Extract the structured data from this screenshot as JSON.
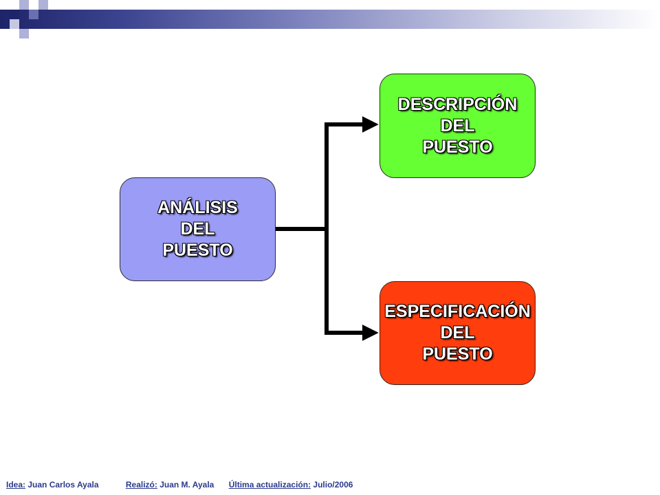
{
  "colors": {
    "analysis_box": "#9b9cf5",
    "description_box": "#66ff33",
    "specification_box": "#ff3d0d",
    "connector": "#000000",
    "footer_text": "#2b3a8c"
  },
  "diagram": {
    "analysis": {
      "lines": [
        "ANÁLISIS",
        "DEL",
        "PUESTO"
      ]
    },
    "description": {
      "lines": [
        "DESCRIPCIÓN",
        "DEL",
        "PUESTO"
      ]
    },
    "specification": {
      "lines": [
        "ESPECIFICACIÓN",
        "DEL",
        "PUESTO"
      ]
    }
  },
  "footer": {
    "idea_label": "Idea:",
    "idea_value": "Juan Carlos Ayala",
    "made_label": "Realizó:",
    "made_value": "Juan M. Ayala",
    "updated_label": "Última actualización:",
    "updated_value": "Julio/2006"
  }
}
